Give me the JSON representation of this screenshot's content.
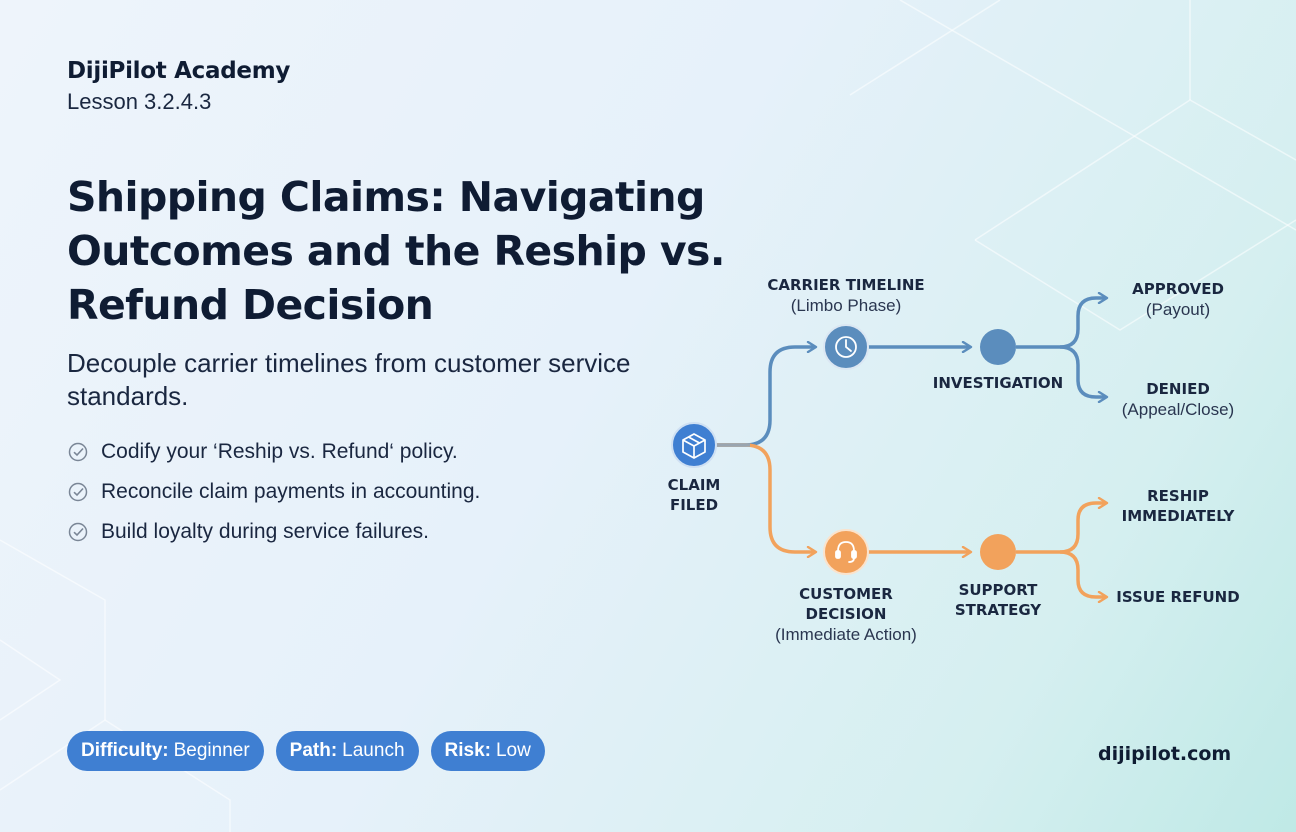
{
  "header": {
    "brand": "DijiPilot Academy",
    "lesson": "Lesson 3.2.4.3"
  },
  "title_lines": [
    "Shipping Claims: Navigating",
    "Outcomes and the Reship vs.",
    "Refund Decision"
  ],
  "subtitle": "Decouple carrier timelines from customer service standards.",
  "checklist": [
    "Codify your ‘Reship vs. Refund‘ policy.",
    "Reconcile claim payments in accounting.",
    "Build loyalty during service failures."
  ],
  "badges": [
    {
      "key": "Difficulty:",
      "value": "Beginner"
    },
    {
      "key": "Path:",
      "value": "Launch"
    },
    {
      "key": "Risk:",
      "value": "Low"
    }
  ],
  "footer": {
    "site": "dijipilot.com"
  },
  "diagram": {
    "colors": {
      "carrier": "#5b8dbd",
      "customer": "#f2a25c",
      "junction": "#9aa5b0"
    },
    "icons": {
      "start": "box-icon",
      "carrier": "clock-icon",
      "customer": "headset-icon"
    },
    "start": {
      "line1": "CLAIM",
      "line2": "FILED"
    },
    "carrier": {
      "title": "CARRIER TIMELINE",
      "subtitle": "(Limbo Phase)",
      "step": "INVESTIGATION",
      "outcomes": [
        {
          "title": "APPROVED",
          "subtitle": "(Payout)"
        },
        {
          "title": "DENIED",
          "subtitle": "(Appeal/Close)"
        }
      ]
    },
    "customer": {
      "title_line1": "CUSTOMER",
      "title_line2": "DECISION",
      "subtitle": "(Immediate Action)",
      "step_line1": "SUPPORT",
      "step_line2": "STRATEGY",
      "outcomes": [
        {
          "line1": "RESHIP",
          "line2": "IMMEDIATELY"
        },
        {
          "line1": "ISSUE REFUND"
        }
      ]
    }
  }
}
